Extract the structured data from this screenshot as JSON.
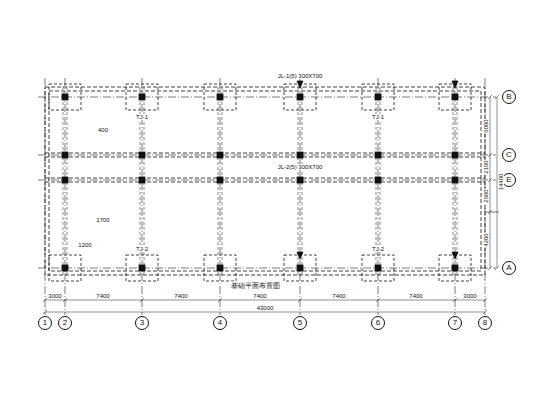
{
  "diagram": {
    "nodes": [
      {
        "text": [
          "1"
        ]
      },
      {
        "text": [
          "2"
        ]
      },
      {
        "text": [
          "3"
        ]
      },
      {
        "text": [
          "4"
        ]
      },
      {
        "text": [
          "5"
        ]
      },
      {
        "text": [
          "6"
        ]
      },
      {
        "text": [
          "7"
        ]
      },
      {
        "text": [
          "8"
        ]
      },
      {
        "text": [
          "B"
        ]
      },
      {
        "text": [
          "C"
        ]
      },
      {
        "text": [
          "E"
        ]
      },
      {
        "text": [
          "A"
        ]
      }
    ],
    "labels": [
      "3000",
      "7400",
      "7400",
      "7400",
      "7400",
      "7400",
      "3000",
      "43000",
      "6000",
      "2100",
      "2600",
      "4200",
      "14400",
      "基础平面布置图",
      "JL-1(5) 300X700",
      "JL-2(5) 300X700",
      "TJ-1",
      "TJ-1",
      "TJ-2",
      "TJ-2",
      "400",
      "1700",
      "1200"
    ]
  }
}
